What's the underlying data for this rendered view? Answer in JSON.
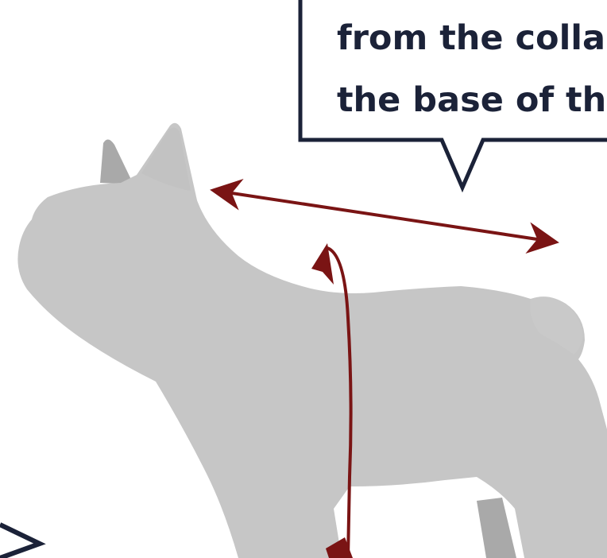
{
  "callout": {
    "lines": [
      "from the colla",
      "the base of th"
    ]
  },
  "colors": {
    "silhouette": "#c6c6c6",
    "silhouette_shadow": "#a9a9a9",
    "arrow": "#7a1414",
    "callout_border": "#1b2238",
    "callout_text": "#1b2238",
    "background": "#ffffff"
  },
  "arrows": [
    {
      "name": "back-length-arrow",
      "meaning": "length from collar to tail base"
    },
    {
      "name": "chest-girth-arrow",
      "meaning": "girth around chest"
    }
  ]
}
